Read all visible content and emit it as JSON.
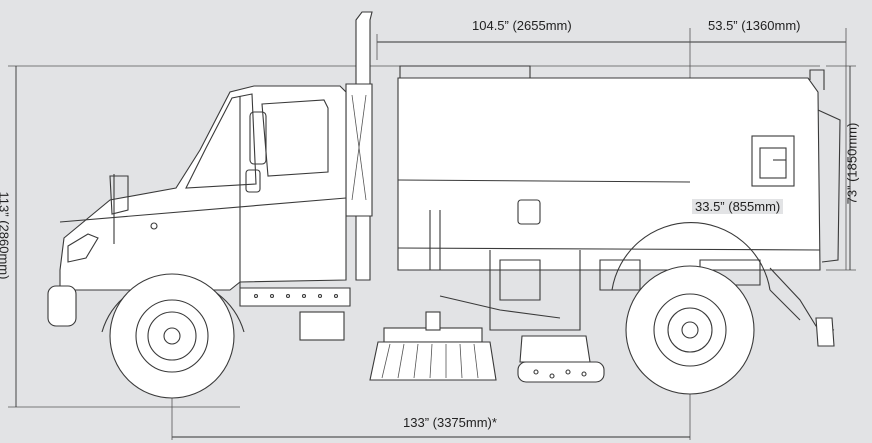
{
  "dimensions": {
    "top_left": "104.5” (2655mm)",
    "top_right": "53.5” (1360mm)",
    "mid": "33.5” (855mm)",
    "right_vertical": "73” (1850mm)",
    "left_vertical": "113” (2860mm)",
    "bottom": "133” (3375mm)*"
  },
  "colors": {
    "background": "#e2e3e5",
    "line": "#3a3a3a",
    "body": "#ffffff"
  }
}
